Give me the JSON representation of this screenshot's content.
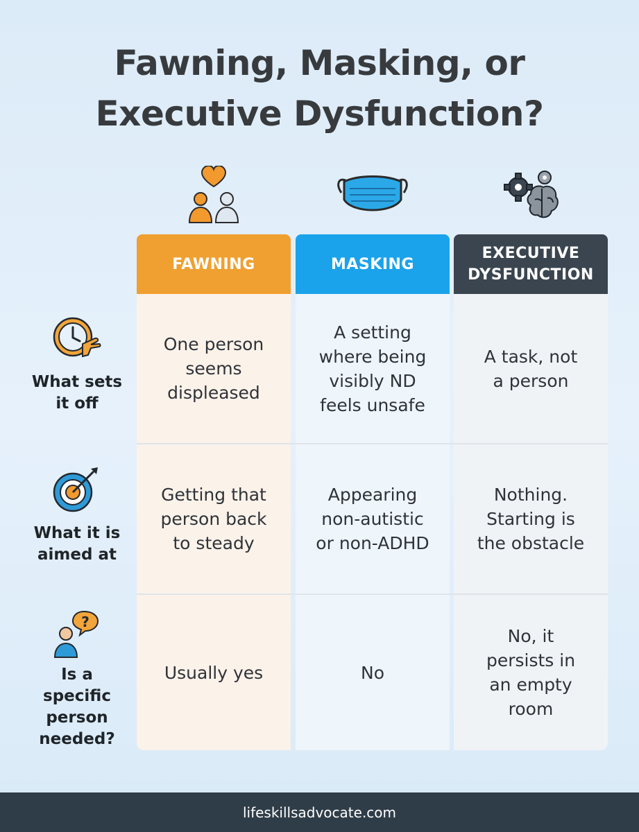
{
  "title": {
    "line1": "Fawning, Masking, or",
    "line2": "Executive Dysfunction?"
  },
  "columns": [
    {
      "label": "FAWNING",
      "icon": "two-people-heart-icon",
      "color": "#f0a030"
    },
    {
      "label": "MASKING",
      "icon": "face-mask-icon",
      "color": "#1aa3ea"
    },
    {
      "label": "EXECUTIVE\nDYSFUNCTION",
      "icon": "gears-brain-icon",
      "color": "#3a4550"
    }
  ],
  "rows": [
    {
      "label": "What sets\nit off",
      "icon": "clock-hand-icon",
      "cells": [
        "One person\nseems\ndispleased",
        "A setting\nwhere being\nvisibly ND\nfeels unsafe",
        "A task, not\na person"
      ]
    },
    {
      "label": "What it is\naimed at",
      "icon": "target-arrow-icon",
      "cells": [
        "Getting that\nperson back\nto steady",
        "Appearing\nnon-autistic\nor non-ADHD",
        "Nothing.\nStarting is\nthe obstacle"
      ]
    },
    {
      "label": "Is a\nspecific\nperson\nneeded?",
      "icon": "person-question-icon",
      "cells": [
        "Usually yes",
        "No",
        "No, it\npersists in\nan empty\nroom"
      ]
    }
  ],
  "colors": {
    "fawning": "#f0a030",
    "masking": "#1aa3ea",
    "executive": "#3a4550",
    "footer_bg": "#2f3d48"
  },
  "footer": {
    "text": "lifeskillsadvocate.com"
  }
}
